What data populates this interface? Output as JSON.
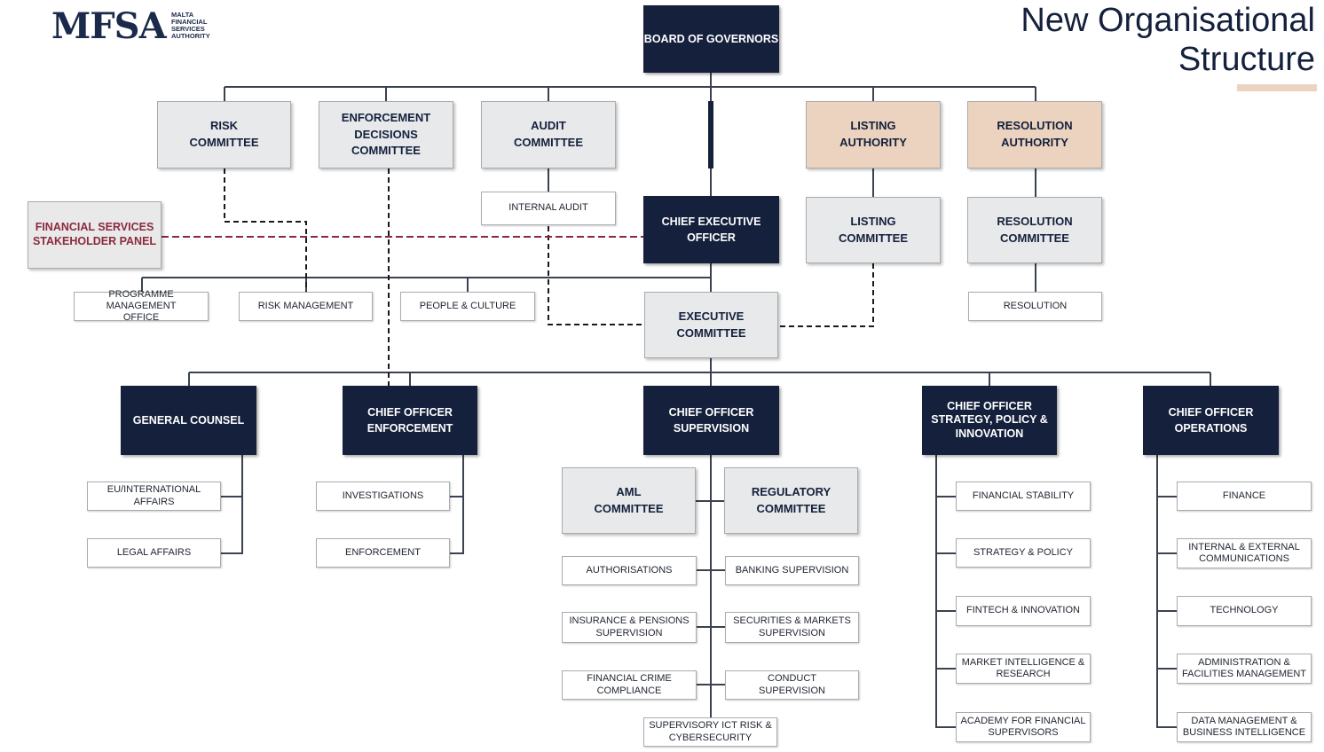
{
  "header": {
    "logo_text": "MFSA",
    "logo_subtext": "MALTA\nFINANCIAL\nSERVICES\nAUTHORITY",
    "page_title": "New Organisational\nStructure"
  },
  "colors": {
    "navy": "#14203c",
    "grey": "#e8e9ea",
    "tan": "#ebd3bf",
    "panel_text": "#8b2a3f"
  },
  "top": {
    "board": "BOARD OF GOVERNORS",
    "risk_committee": "RISK\nCOMMITTEE",
    "enforcement_decisions_committee": "ENFORCEMENT\nDECISIONS\nCOMMITTEE",
    "audit_committee": "AUDIT\nCOMMITTEE",
    "listing_authority": "LISTING\nAUTHORITY",
    "resolution_authority": "RESOLUTION\nAUTHORITY",
    "internal_audit": "INTERNAL AUDIT",
    "ceo": "CHIEF EXECUTIVE\nOFFICER",
    "listing_committee": "LISTING\nCOMMITTEE",
    "resolution_committee": "RESOLUTION\nCOMMITTEE",
    "stakeholder_panel": "FINANCIAL SERVICES\nSTAKEHOLDER PANEL",
    "programme_management": "PROGRAMME MANAGEMENT\nOFFICE",
    "risk_management": "RISK MANAGEMENT",
    "people_culture": "PEOPLE & CULTURE",
    "executive_committee": "EXECUTIVE\nCOMMITTEE",
    "resolution": "RESOLUTION"
  },
  "general_counsel": {
    "title": "GENERAL COUNSEL",
    "units": [
      "EU/INTERNATIONAL AFFAIRS",
      "LEGAL AFFAIRS"
    ]
  },
  "enforcement": {
    "title": "CHIEF OFFICER\nENFORCEMENT",
    "units": [
      "INVESTIGATIONS",
      "ENFORCEMENT"
    ]
  },
  "supervision": {
    "title": "CHIEF OFFICER\nSUPERVISION",
    "aml_committee": "AML\nCOMMITTEE",
    "regulatory_committee": "REGULATORY\nCOMMITTEE",
    "left_units": [
      "AUTHORISATIONS",
      "INSURANCE & PENSIONS\nSUPERVISION",
      "FINANCIAL CRIME\nCOMPLIANCE"
    ],
    "right_units": [
      "BANKING SUPERVISION",
      "SECURITIES & MARKETS\nSUPERVISION",
      "CONDUCT\nSUPERVISION"
    ],
    "bottom_unit": "SUPERVISORY ICT RISK &\nCYBERSECURITY"
  },
  "strategy": {
    "title": "CHIEF OFFICER\nSTRATEGY, POLICY &\nINNOVATION",
    "units": [
      "FINANCIAL STABILITY",
      "STRATEGY & POLICY",
      "FINTECH & INNOVATION",
      "MARKET INTELLIGENCE &\nRESEARCH",
      "ACADEMY FOR FINANCIAL\nSUPERVISORS"
    ]
  },
  "operations": {
    "title": "CHIEF OFFICER\nOPERATIONS",
    "units": [
      "FINANCE",
      "INTERNAL & EXTERNAL\nCOMMUNICATIONS",
      "TECHNOLOGY",
      "ADMINISTRATION &\nFACILITIES MANAGEMENT",
      "DATA MANAGEMENT &\nBUSINESS INTELLIGENCE"
    ]
  }
}
